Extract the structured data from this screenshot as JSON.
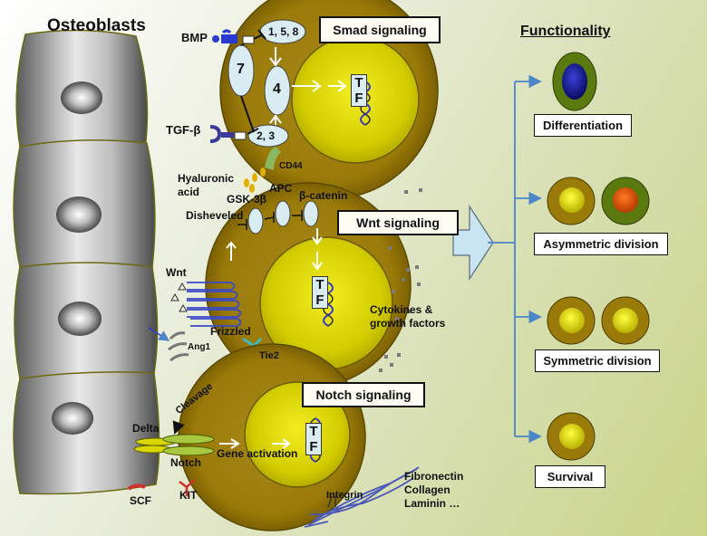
{
  "headers": {
    "osteoblasts": "Osteoblasts",
    "functionality": "Functionality"
  },
  "panels": {
    "smad": "Smad signaling",
    "wnt": "Wnt signaling",
    "notch": "Notch signaling"
  },
  "smad": {
    "receptor_top": "1, 5, 8",
    "node_7": "7",
    "node_4": "4",
    "receptor_bottom": "2, 3",
    "bmp": "BMP",
    "tgf": "TGF-β"
  },
  "cd44": {
    "hyaluronic": "Hyaluronic",
    "acid": "acid",
    "cd44": "CD44"
  },
  "wnt": {
    "apc": "APC",
    "gsk": "GSK-3β",
    "bcatenin": "β-catenin",
    "disheveled": "Disheveled",
    "wnt": "Wnt",
    "frizzled": "Frizzled",
    "ang1": "Ang1",
    "tie2": "Tie2"
  },
  "cytokines": {
    "line1": "Cytokines &",
    "line2": "growth factors"
  },
  "notch": {
    "cleavage": "Cleavage",
    "delta": "Delta",
    "notch": "Notch",
    "gene_activation": "Gene activation",
    "scf": "SCF",
    "kit": "KIT",
    "integrin": "Integrin"
  },
  "ecm": {
    "fibronectin": "Fibronectin",
    "collagen": "Collagen",
    "laminin": "Laminin …"
  },
  "tf": {
    "t": "T",
    "f": "F"
  },
  "outcomes": [
    {
      "label": "Differentiation"
    },
    {
      "label": "Asymmetric division"
    },
    {
      "label": "Symmetric division"
    },
    {
      "label": "Survival"
    }
  ],
  "colors": {
    "cell_outer": "#8a6a00",
    "cell_inner": "#d6d000",
    "blue_arrow": "#4a86c8",
    "receptor_bmp": "#2a3ad0",
    "receptor_tgf": "#3a3a9a",
    "frizzled": "#3a48c8",
    "integrin": "#4a58b8",
    "cd44": "#8ab860",
    "tie2": "#3fb8c0",
    "kit": "#d03030",
    "hyaluronic": "#e0b000"
  },
  "icons": [
    "osteoblast-cell-icon",
    "transcription-factor-icon",
    "dna-helix-icon",
    "big-arrow-icon"
  ]
}
